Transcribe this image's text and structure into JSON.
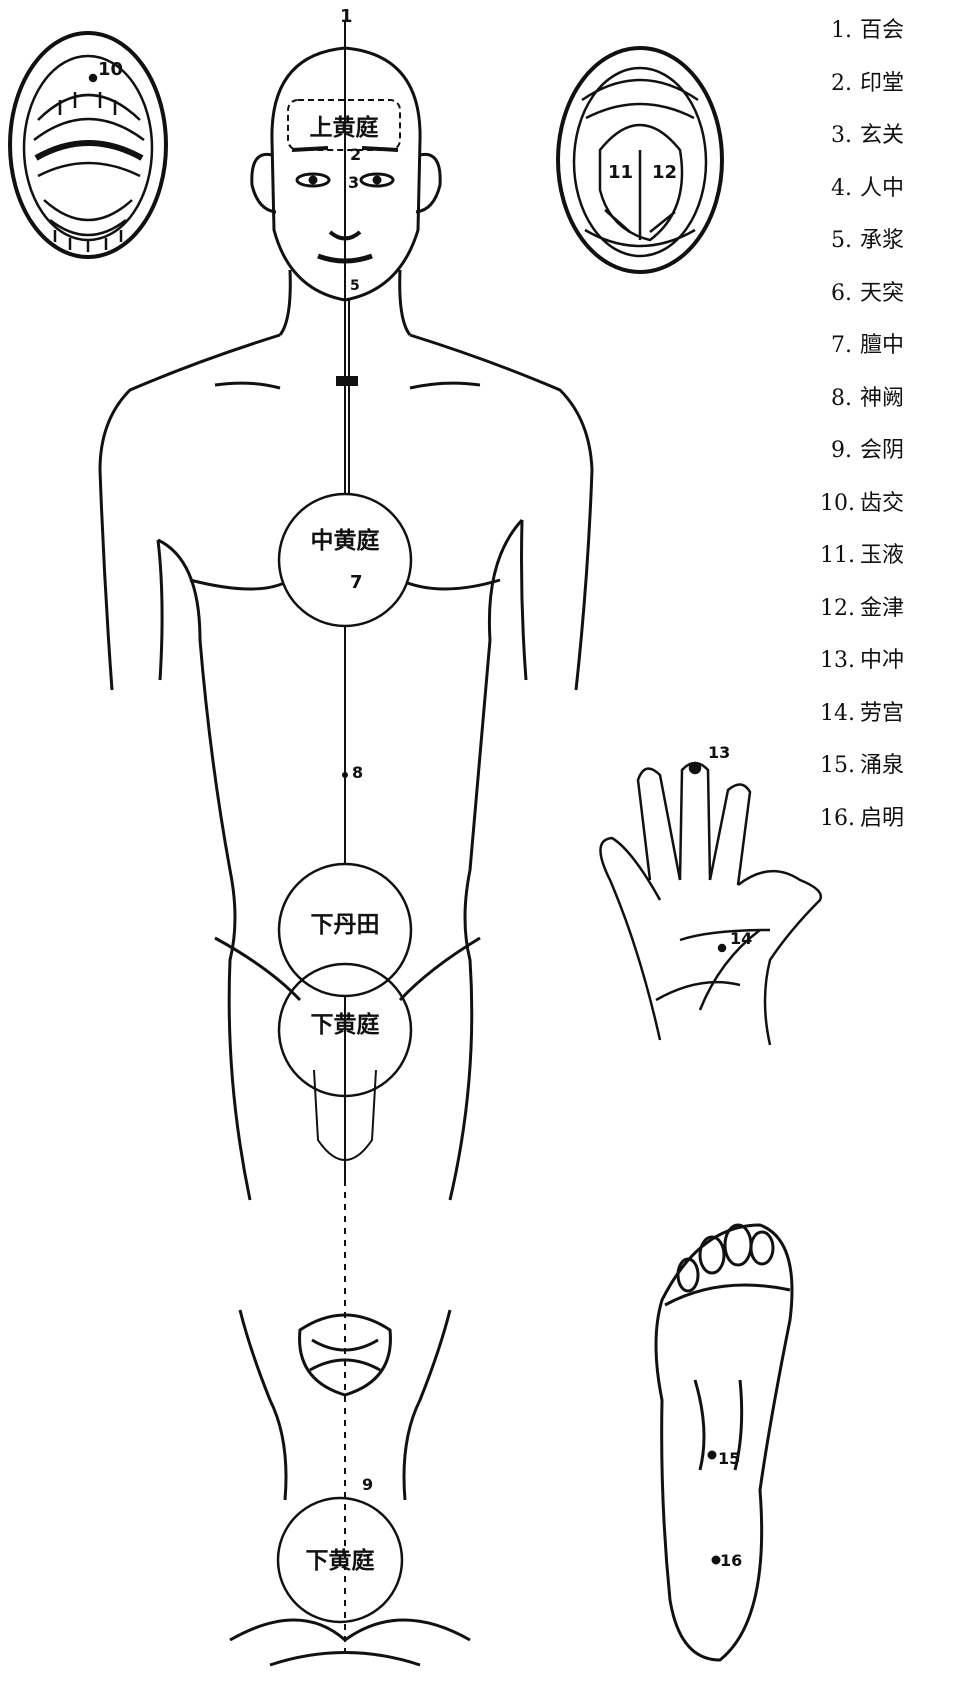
{
  "legend": [
    {
      "num": "1.",
      "name": "百会"
    },
    {
      "num": "2.",
      "name": "印堂"
    },
    {
      "num": "3.",
      "name": "玄关"
    },
    {
      "num": "4.",
      "name": "人中"
    },
    {
      "num": "5.",
      "name": "承浆"
    },
    {
      "num": "6.",
      "name": "天突"
    },
    {
      "num": "7.",
      "name": "膻中"
    },
    {
      "num": "8.",
      "name": "神阙"
    },
    {
      "num": "9.",
      "name": "会阴"
    },
    {
      "num": "10.",
      "name": "齿交"
    },
    {
      "num": "11.",
      "name": "玉液"
    },
    {
      "num": "12.",
      "name": "金津"
    },
    {
      "num": "13.",
      "name": "中冲"
    },
    {
      "num": "14.",
      "name": "劳宫"
    },
    {
      "num": "15.",
      "name": "涌泉"
    },
    {
      "num": "16.",
      "name": "启明"
    }
  ],
  "regions": {
    "upper": "上黄庭",
    "middle": "中黄庭",
    "dantian": "下丹田",
    "lower": "下黄庭",
    "lower_detail": "下黄庭"
  },
  "markers": {
    "m1": "1",
    "m2": "2",
    "m3": "3",
    "m5": "5",
    "m7": "7",
    "m8": "8",
    "m9": "9",
    "m10": "10",
    "m11": "11",
    "m12": "12",
    "m13": "13",
    "m14": "14",
    "m15": "15",
    "m16": "16"
  }
}
